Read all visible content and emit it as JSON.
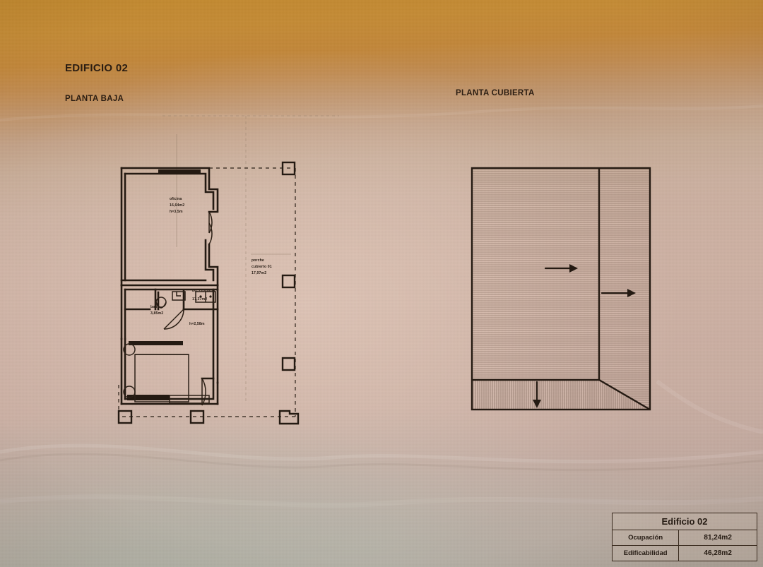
{
  "sheet": {
    "building_title": "EDIFICIO 02",
    "plan_left_label": "PLANTA BAJA",
    "plan_right_label": "PLANTA CUBIERTA"
  },
  "floor_plan": {
    "rooms": [
      {
        "name": "oficina",
        "area": "16,64m2",
        "height": "h=3,5m"
      },
      {
        "name": "baño",
        "area": "3,85m2",
        "height": ""
      },
      {
        "name": "bd. - estudio",
        "area": "17,37m2",
        "height": "h=2,58m"
      },
      {
        "name": "porche cubierto 01",
        "area": "17,97m2",
        "height": ""
      }
    ],
    "labels": {
      "oficina_name": "oficina",
      "oficina_area": "16,64m2",
      "oficina_height": "h=3,5m",
      "bano_name": "baño",
      "bano_area": "3,85m2",
      "estudio_name": "bd. - estudio",
      "estudio_area": "17,37m2",
      "estudio_height": "h=2,58m",
      "porche_name": "porche",
      "porche_name2": "cubierto 01",
      "porche_area": "17,97m2"
    }
  },
  "roof_plan": {
    "slope_arrows": [
      "right",
      "right",
      "down"
    ]
  },
  "area_table": {
    "header": "Edificio 02",
    "rows": [
      {
        "label": "Ocupación",
        "value": "81,24m2"
      },
      {
        "label": "Edificabilidad",
        "value": "46,28m2"
      }
    ]
  },
  "colors": {
    "ink": "#241a12",
    "paper_warm": "#c2892f",
    "paper_mid": "#cdb1a3",
    "paper_cool": "#b0b4a8"
  }
}
